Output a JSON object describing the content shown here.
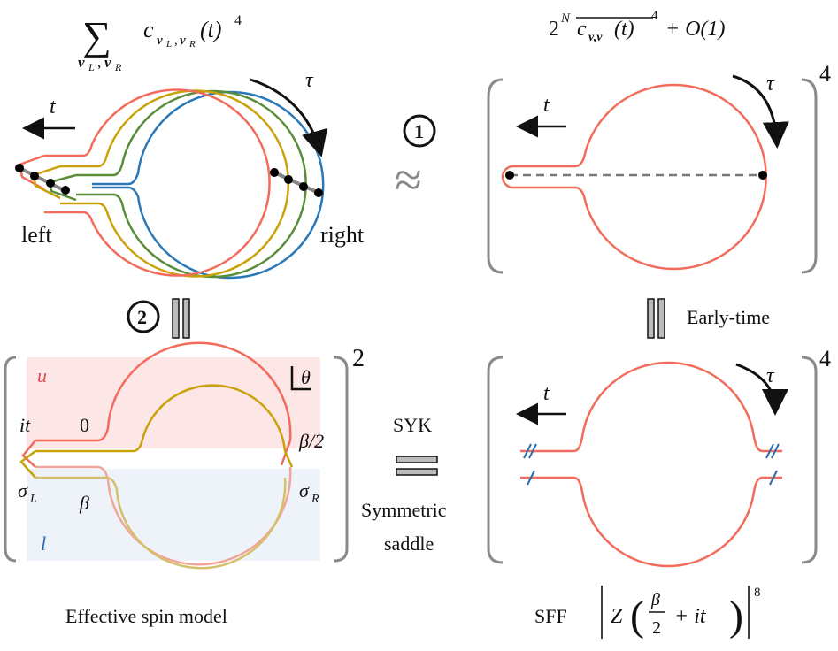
{
  "panels": {
    "top_left": {
      "heading_sum": "∑",
      "heading_sub": "v",
      "heading_sub_sub_l": "L",
      "heading_comma": ",",
      "heading_sub_sub_r": "R",
      "heading_c": "c",
      "heading_t": "(t)",
      "heading_pow": "4",
      "label_t": "t",
      "label_tau": "τ",
      "label_left": "left",
      "label_right": "right"
    },
    "top_right": {
      "heading_base": "2",
      "heading_exp": "N",
      "heading_c": "c",
      "heading_sub": "v,v",
      "heading_t": "(t)",
      "heading_pow": "4",
      "heading_rest": "+ O(1)",
      "label_t": "t",
      "label_tau": "τ",
      "exponent": "4"
    },
    "bottom_left": {
      "label_u": "u",
      "label_l": "l",
      "label_theta": "θ",
      "label_it": "it",
      "label_zero": "0",
      "label_beta_half": "β/2",
      "label_sigma": "σ",
      "label_sigma_l_sub": "L",
      "label_sigma_r_sub": "R",
      "label_beta": "β",
      "exponent": "2",
      "caption": "Effective spin model"
    },
    "bottom_right": {
      "label_t": "t",
      "label_tau": "τ",
      "exponent": "4",
      "caption_sff": "SFF",
      "caption_z": "Z",
      "caption_beta": "β",
      "caption_two": "2",
      "caption_plus_it": "+ it",
      "caption_pow": "8"
    }
  },
  "connectors": {
    "step1_number": "1",
    "step2_number": "2",
    "approx_symbol": "≈",
    "early_time": "Early-time",
    "syk": "SYK",
    "symmetric": "Symmetric",
    "saddle": "saddle"
  },
  "colors": {
    "red": "#f26b5b",
    "yellow": "#c9a20a",
    "green": "#5a8d3a",
    "blue": "#2b78b8",
    "pink_bg": "#fde6e6",
    "blue_bg": "#eef3fa",
    "bracket": "#8a8a8a"
  }
}
